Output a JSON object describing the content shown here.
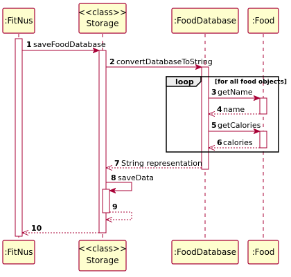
{
  "participants": {
    "fitnus": {
      "lines": [
        ":FitNus"
      ]
    },
    "storage": {
      "lines": [
        "<<class>>",
        "Storage"
      ]
    },
    "fooddb": {
      "lines": [
        ":FoodDatabase"
      ]
    },
    "food": {
      "lines": [
        ":Food"
      ]
    }
  },
  "messages": [
    {
      "num": "1",
      "label": "saveFoodDatabase"
    },
    {
      "num": "2",
      "label": "convertDatabaseToString"
    },
    {
      "num": "3",
      "label": "getName"
    },
    {
      "num": "4",
      "label": "name"
    },
    {
      "num": "5",
      "label": "getCalories"
    },
    {
      "num": "6",
      "label": "calories"
    },
    {
      "num": "7",
      "label": "String representation"
    },
    {
      "num": "8",
      "label": "saveData"
    },
    {
      "num": "9",
      "label": ""
    },
    {
      "num": "10",
      "label": ""
    }
  ],
  "loop": {
    "keyword": "loop",
    "guard": "[for all food objects]"
  },
  "colors": {
    "accent": "#A80036",
    "box_fill": "#FEFECE",
    "tab_fill": "#EEEEEE"
  }
}
